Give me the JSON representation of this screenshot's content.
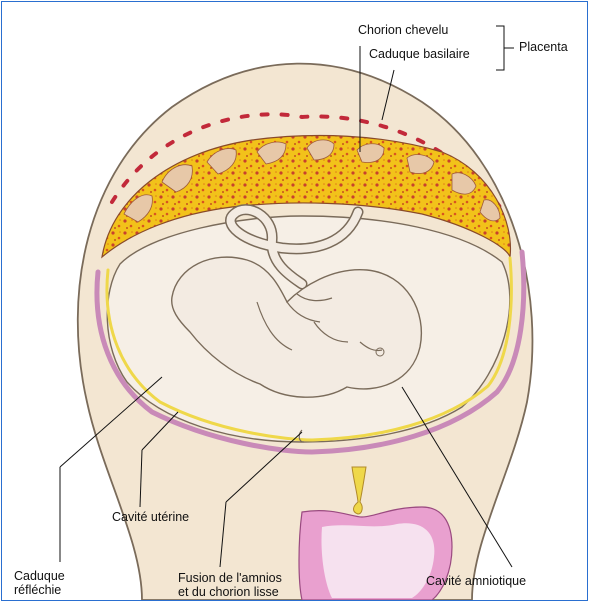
{
  "labels": {
    "chorion_chevelu": "Chorion chevelu",
    "caduque_basilaire": "Caduque basilaire",
    "placenta": "Placenta",
    "cavite_uterine": "Cavité utérine",
    "caduque_reflechie_1": "Caduque",
    "caduque_reflechie_2": "réfléchie",
    "fusion_1": "Fusion de l'amnios",
    "fusion_2": "et du chorion lisse",
    "cavite_amniotique": "Cavité amniotique"
  },
  "colors": {
    "frame": "#2a6fd0",
    "uterine_wall": "#f3e6d2",
    "placenta_yellow": "#f2c21a",
    "placenta_red": "#c8412c",
    "villi": "#e7c8a8",
    "decidua_red": "#c2293a",
    "amniotic_fluid": "#f6efe6",
    "fetus_skin": "#f3ebe2",
    "outline": "#7a6b5a",
    "chorion_pink": "#c98ab8",
    "amnion_yellow": "#efd84a",
    "cervix_pink": "#e9a0cf"
  }
}
